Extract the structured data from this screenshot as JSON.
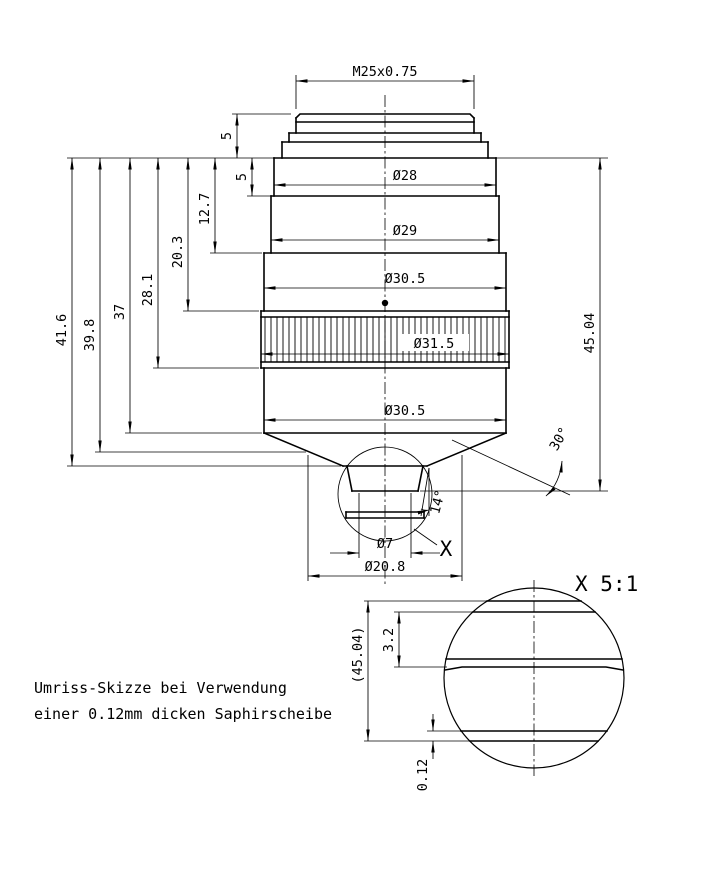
{
  "colors": {
    "ink": "#000000",
    "paper": "#ffffff"
  },
  "main_view": {
    "thread_label": "M25x0.75",
    "dia_28": "Ø28",
    "dia_29": "Ø29",
    "dia_30_5_upper": "Ø30.5",
    "dia_31_5": "Ø31.5",
    "dia_30_5_lower": "Ø30.5",
    "dia_7": "Ø7",
    "dia_20_8": "Ø20.8",
    "len_5_thread": "5",
    "len_5": "5",
    "len_12_7": "12.7",
    "len_20_3": "20.3",
    "len_28_1": "28.1",
    "len_37": "37",
    "len_39_8": "39.8",
    "len_41_6": "41.6",
    "len_45_04": "45.04",
    "angle_cone": "30°",
    "angle_tip": "14°",
    "detail_ref": "X"
  },
  "detail_view": {
    "title": "X 5:1",
    "ref_45_04": "(45.04)",
    "dim_3_2": "3.2",
    "dim_0_12": "0.12"
  },
  "note": {
    "line1": "Umriss-Skizze bei Verwendung",
    "line2": "einer 0.12mm dicken Saphirscheibe"
  }
}
